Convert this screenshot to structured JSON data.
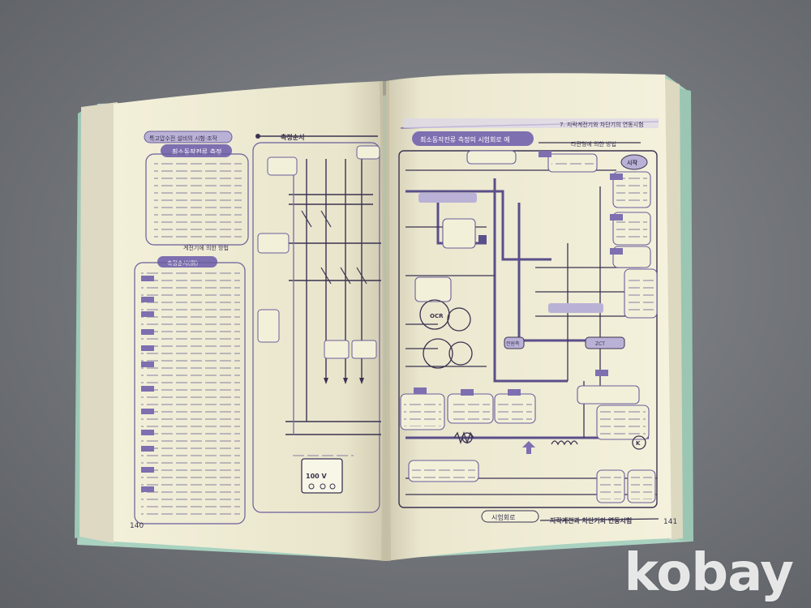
{
  "left_page": {
    "header": "특고압수전 설비의 시험·조작",
    "box_title": "최소동작전류 측정",
    "section_title": "측정순서",
    "sub_heading": "계전기에 의한 방법",
    "procedure_title": "측정순서(例)",
    "page_number": "140",
    "meter_label": "100 V"
  },
  "right_page": {
    "header": "7. 지락계전기와 차단기의 연동시험",
    "title": "최소동작전류 측정의 시험회로 예",
    "sub_heading": "타관형에 의한 방법",
    "start_label": "시작",
    "circuit_label": "시험회로",
    "footer_title": "지락계전과 차단기의 연동시험",
    "page_number": "141",
    "ocr_label": "OCR",
    "k_label": "K",
    "note": "전원측",
    "note2": "ZCT"
  },
  "watermark": {
    "text": "kobay"
  },
  "colors": {
    "paper": "#f2efd9",
    "ink": "#3a3350",
    "violet": "#7d6fb0",
    "cover": "#a9d2c0"
  }
}
